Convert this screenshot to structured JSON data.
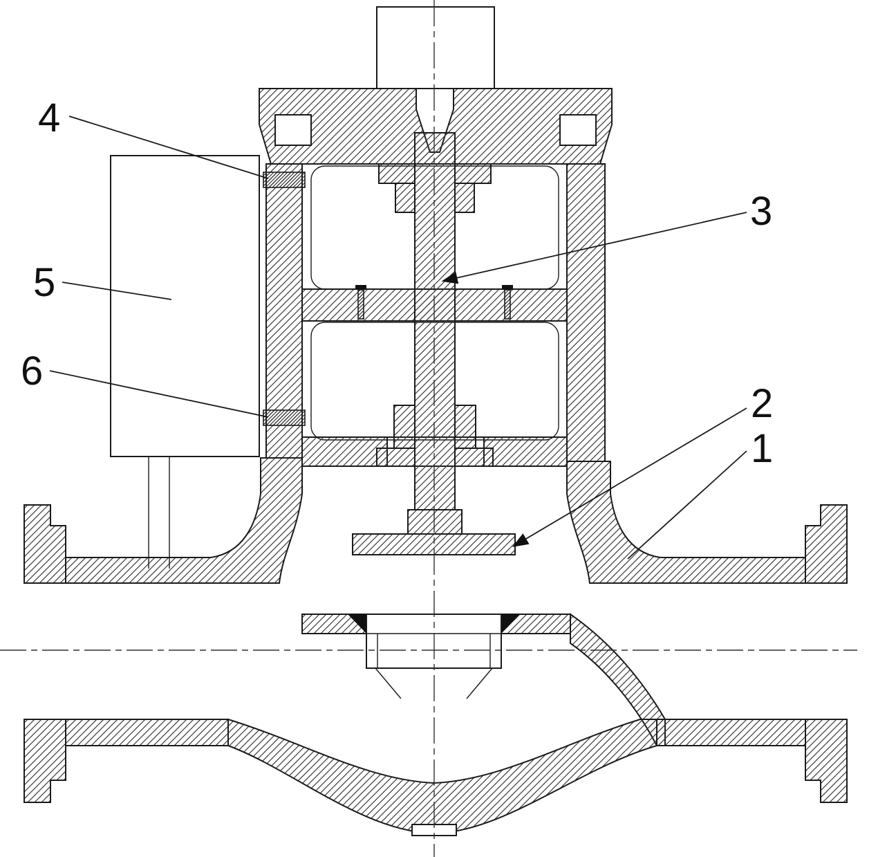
{
  "figure": {
    "background_color": "#ffffff",
    "line_color": "#1a1a1a",
    "callouts": [
      {
        "text": "1"
      },
      {
        "text": "2"
      },
      {
        "text": "3"
      },
      {
        "text": "4"
      },
      {
        "text": "5"
      },
      {
        "text": "6"
      }
    ]
  }
}
